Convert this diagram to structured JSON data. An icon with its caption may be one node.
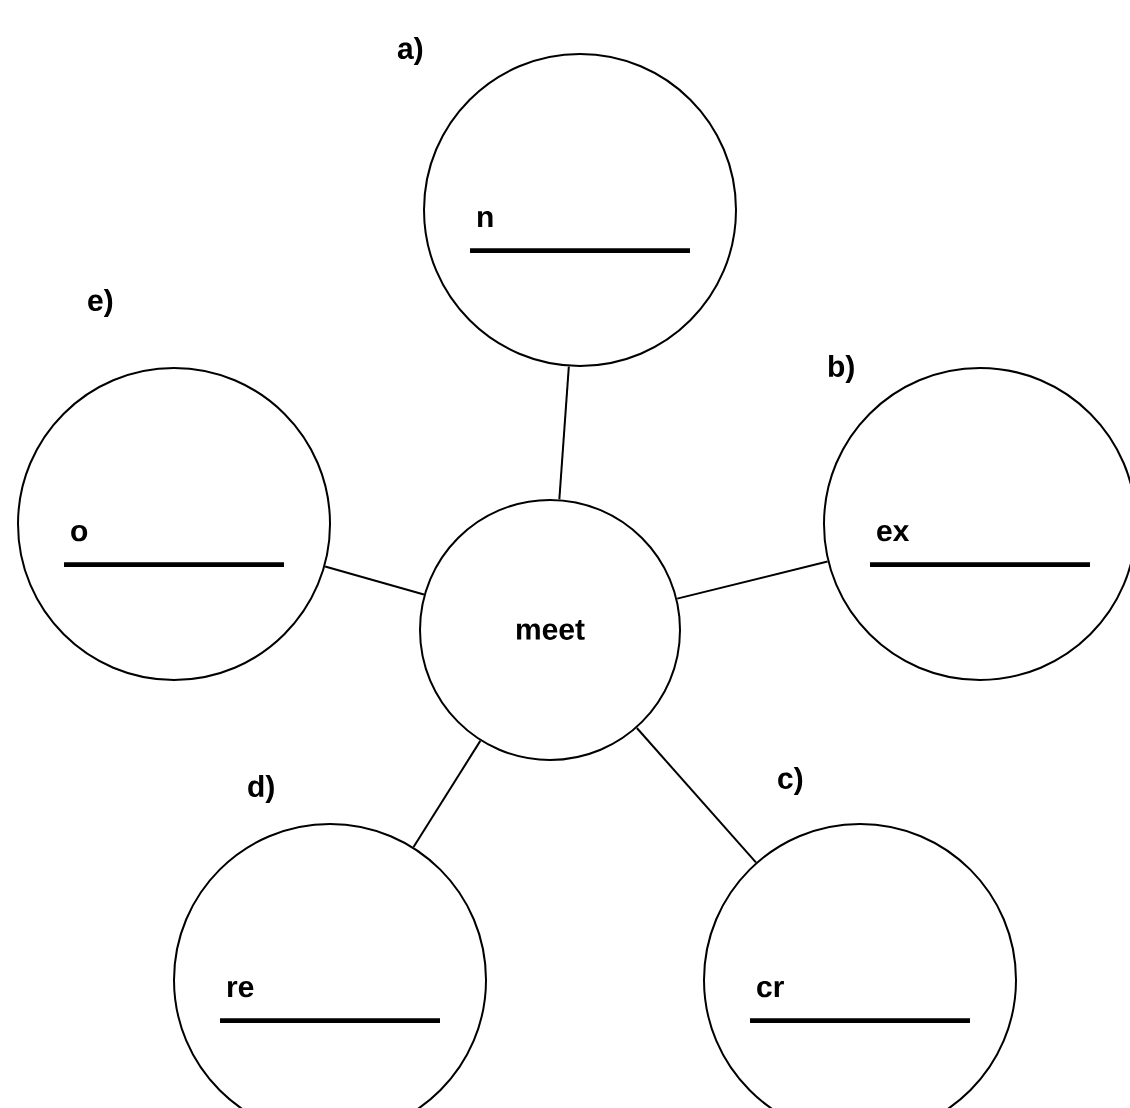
{
  "diagram": {
    "nodes": [
      {
        "text": [
          "n"
        ],
        "beside": [
          "a)"
        ]
      },
      {
        "text": [
          "o"
        ],
        "beside": [
          "e)"
        ]
      },
      {
        "text": [
          "ex"
        ],
        "beside": [
          "b)"
        ]
      },
      {
        "text": [
          "meet"
        ]
      },
      {
        "text": [
          "re"
        ],
        "beside": [
          "d)"
        ]
      },
      {
        "text": [
          "cr"
        ],
        "beside": [
          "c)"
        ]
      }
    ],
    "edges": [
      {
        "from": 3,
        "to": 0,
        "arrow": "none"
      },
      {
        "from": 3,
        "to": 1,
        "arrow": "none"
      },
      {
        "from": 3,
        "to": 2,
        "arrow": "none"
      },
      {
        "from": 3,
        "to": 4,
        "arrow": "none"
      },
      {
        "from": 3,
        "to": 5,
        "arrow": "none"
      }
    ]
  }
}
